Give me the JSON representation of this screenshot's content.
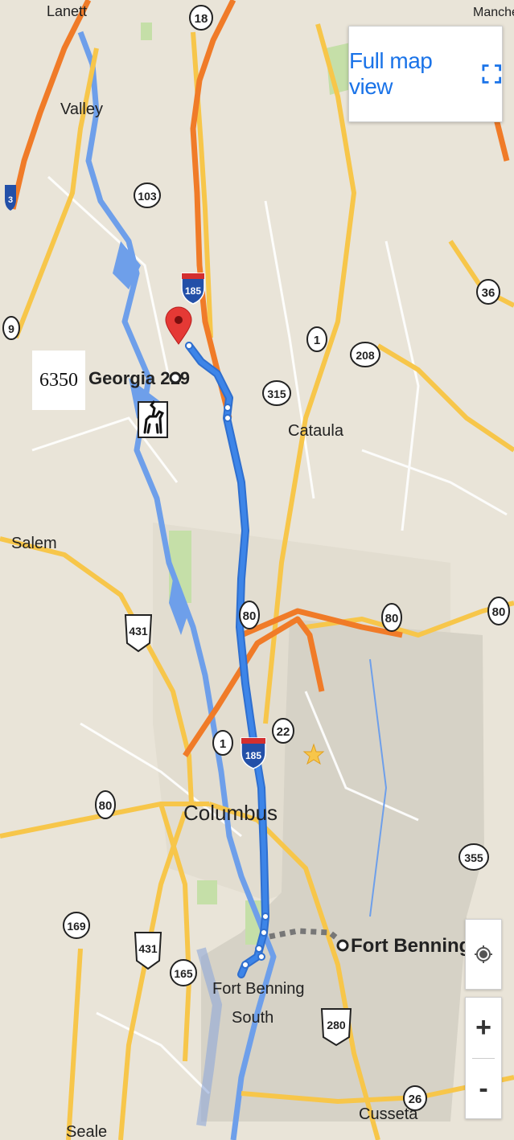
{
  "controls": {
    "full_map_label": "Full map view",
    "zoom_in": "+",
    "zoom_out": "-",
    "elevation": "6350"
  },
  "places": {
    "lanett": "Lanett",
    "valley": "Valley",
    "cataula": "Cataula",
    "salem": "Salem",
    "columbus": "Columbus",
    "fort_benning_south_1": "Fort Benning",
    "fort_benning_south_2": "South",
    "fort_benning": "Fort Benning",
    "cusseta": "Cusseta",
    "seale": "Seale",
    "georgia_219": "Georgia 219",
    "manchester_partial": "Manches"
  },
  "shields": {
    "us18": "18",
    "r103": "103",
    "i185_north": "185",
    "r36": "36",
    "us1_north": "1",
    "r208": "208",
    "r315": "315",
    "us431_north": "431",
    "r80_center": "80",
    "r80_east": "80",
    "r80_far_east": "80",
    "r80_west": "80",
    "us1_south": "1",
    "i185_south": "185",
    "r22": "22",
    "r355": "355",
    "r169": "169",
    "us431_south": "431",
    "r165": "165",
    "us280": "280",
    "r26": "26",
    "edge_top": "3",
    "edge_left": "9"
  },
  "colors": {
    "route": "#3d85e8",
    "interstate": "#f07b28",
    "highway": "#f7c64a",
    "water": "#6e9fea",
    "land": "#e9e4d8",
    "military": "#d6d2c6",
    "park": "#c5dfa8",
    "pin": "#e53935",
    "link": "#1a73e8"
  },
  "icons": {
    "full_map": "expand-icon",
    "locate": "my-location-icon",
    "poi": "horse-riding-icon",
    "pin": "map-pin-icon",
    "star": "landmark-star-icon"
  }
}
